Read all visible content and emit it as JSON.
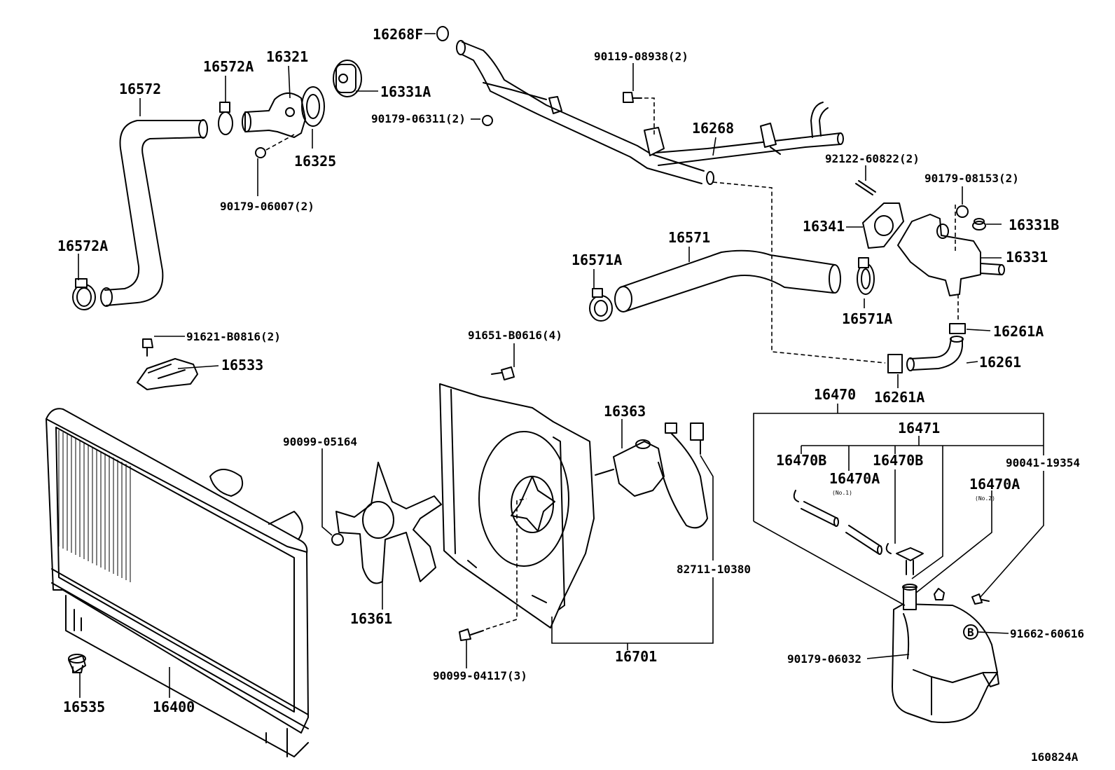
{
  "diagram_id": "160824A",
  "callouts": {
    "p16268F": "16268F",
    "p16321": "16321",
    "p16572A_top": "16572A",
    "p16572": "16572",
    "p16331A": "16331A",
    "p90179_06311": "90179-06311(2)",
    "p16325": "16325",
    "p90179_06007": "90179-06007(2)",
    "p16572A_left": "16572A",
    "p90119_08938": "90119-08938(2)",
    "p16268": "16268",
    "p92122_60822": "92122-60822(2)",
    "p90179_08153": "90179-08153(2)",
    "p16341": "16341",
    "p16331B": "16331B",
    "p16331": "16331",
    "p16571": "16571",
    "p16571A_left": "16571A",
    "p16571A_right": "16571A",
    "p16261A_right": "16261A",
    "p16261": "16261",
    "p16261A_bottom": "16261A",
    "p91621_B0816": "91621-B0816(2)",
    "p16533": "16533",
    "p91651_B0616": "91651-B0616(4)",
    "p16363": "16363",
    "p90099_05164": "90099-05164",
    "p16361": "16361",
    "p82711_10380": "82711-10380",
    "p16701": "16701",
    "p90099_04117": "90099-04117(3)",
    "p16535": "16535",
    "p16400": "16400",
    "p16470": "16470",
    "p16471": "16471",
    "p16470B_left": "16470B",
    "p16470A_no1": "16470A",
    "p16470A_no1_note": "(No.1)",
    "p16470B_right": "16470B",
    "p90041_19354": "90041-19354",
    "p16470A_no2": "16470A",
    "p16470A_no2_note": "(No.2)",
    "p90179_06032": "90179-06032",
    "p91662_60616": "91662-60616",
    "marker_b": "B"
  }
}
